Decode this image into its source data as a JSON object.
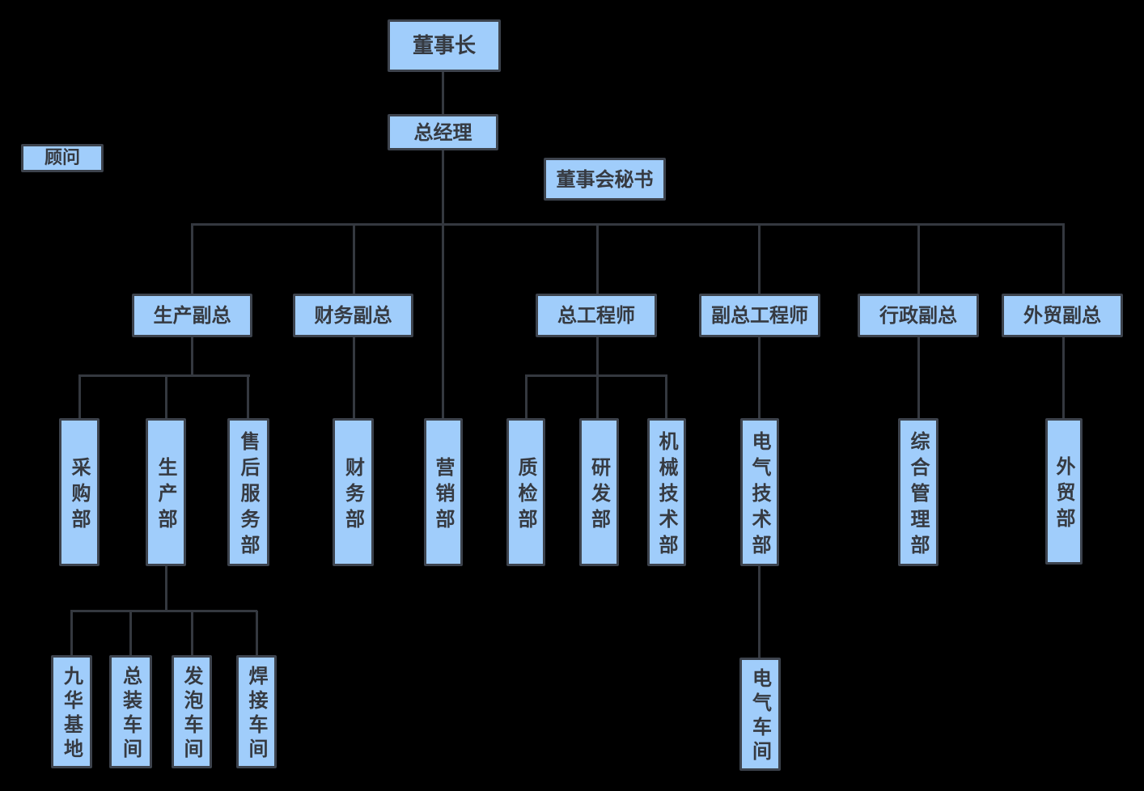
{
  "diagram": {
    "type": "org-chart",
    "background_color": "#000000",
    "node_fill_color": "#a0cdfb",
    "node_border_color": "#3d434d",
    "connector_color": "#34383f",
    "text_color": "#363a41"
  },
  "nodes": {
    "chairman": {
      "label": "董事长"
    },
    "general_manager": {
      "label": "总经理"
    },
    "advisor": {
      "label": "顾问"
    },
    "board_secretary": {
      "label": "董事会秘书"
    },
    "vp_production": {
      "label": "生产副总"
    },
    "vp_finance": {
      "label": "财务副总"
    },
    "chief_engineer": {
      "label": "总工程师"
    },
    "deputy_chief_engineer": {
      "label": "副总工程师"
    },
    "vp_admin": {
      "label": "行政副总"
    },
    "vp_foreign_trade": {
      "label": "外贸副总"
    },
    "purchasing": {
      "label": "采购部"
    },
    "production": {
      "label": "生产部"
    },
    "after_sales": {
      "label": "售后服务部"
    },
    "finance": {
      "label": "财务部"
    },
    "marketing": {
      "label": "营销部"
    },
    "quality": {
      "label": "质检部"
    },
    "rnd": {
      "label": "研发部"
    },
    "mechanical_tech": {
      "label": "机械技术部"
    },
    "electrical_tech": {
      "label": "电气技术部"
    },
    "general_management": {
      "label": "综合管理部"
    },
    "foreign_trade": {
      "label": "外贸部"
    },
    "jiuhua_base": {
      "label": "九华基地"
    },
    "assembly_workshop": {
      "label": "总装车间"
    },
    "foaming_workshop": {
      "label": "发泡车间"
    },
    "welding_workshop": {
      "label": "焊接车间"
    },
    "electrical_workshop": {
      "label": "电气车间"
    }
  },
  "edges": [
    {
      "from": "chairman",
      "to": "general_manager"
    },
    {
      "from": "general_manager",
      "to": "vp_production"
    },
    {
      "from": "general_manager",
      "to": "vp_finance"
    },
    {
      "from": "general_manager",
      "to": "marketing"
    },
    {
      "from": "general_manager",
      "to": "chief_engineer"
    },
    {
      "from": "general_manager",
      "to": "deputy_chief_engineer"
    },
    {
      "from": "general_manager",
      "to": "vp_admin"
    },
    {
      "from": "general_manager",
      "to": "vp_foreign_trade"
    },
    {
      "from": "vp_production",
      "to": "purchasing"
    },
    {
      "from": "vp_production",
      "to": "production"
    },
    {
      "from": "vp_production",
      "to": "after_sales"
    },
    {
      "from": "vp_finance",
      "to": "finance"
    },
    {
      "from": "chief_engineer",
      "to": "quality"
    },
    {
      "from": "chief_engineer",
      "to": "rnd"
    },
    {
      "from": "chief_engineer",
      "to": "mechanical_tech"
    },
    {
      "from": "deputy_chief_engineer",
      "to": "electrical_tech"
    },
    {
      "from": "electrical_tech",
      "to": "electrical_workshop"
    },
    {
      "from": "vp_admin",
      "to": "general_management"
    },
    {
      "from": "vp_foreign_trade",
      "to": "foreign_trade"
    },
    {
      "from": "production",
      "to": "jiuhua_base"
    },
    {
      "from": "production",
      "to": "assembly_workshop"
    },
    {
      "from": "production",
      "to": "foaming_workshop"
    },
    {
      "from": "production",
      "to": "welding_workshop"
    }
  ],
  "unconnected_nodes": [
    "advisor",
    "board_secretary"
  ]
}
